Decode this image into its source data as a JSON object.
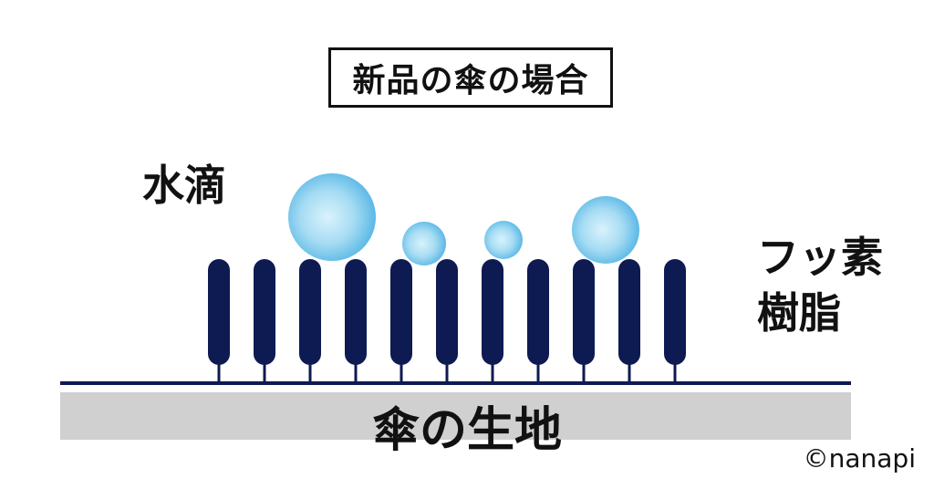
{
  "title": "新品の傘の場合",
  "water_label": "水滴",
  "resin_label": [
    "フッ素",
    "樹脂"
  ],
  "fabric_label": "傘の生地",
  "copyright": "©nanapi",
  "colors": {
    "pillar": "#0e1a52",
    "baseline": "#0e1a52",
    "fabric": "#d0d0d0",
    "droplet_center": "#d2f0fb",
    "droplet_edge": "#5bb8e6",
    "text": "#111111"
  }
}
